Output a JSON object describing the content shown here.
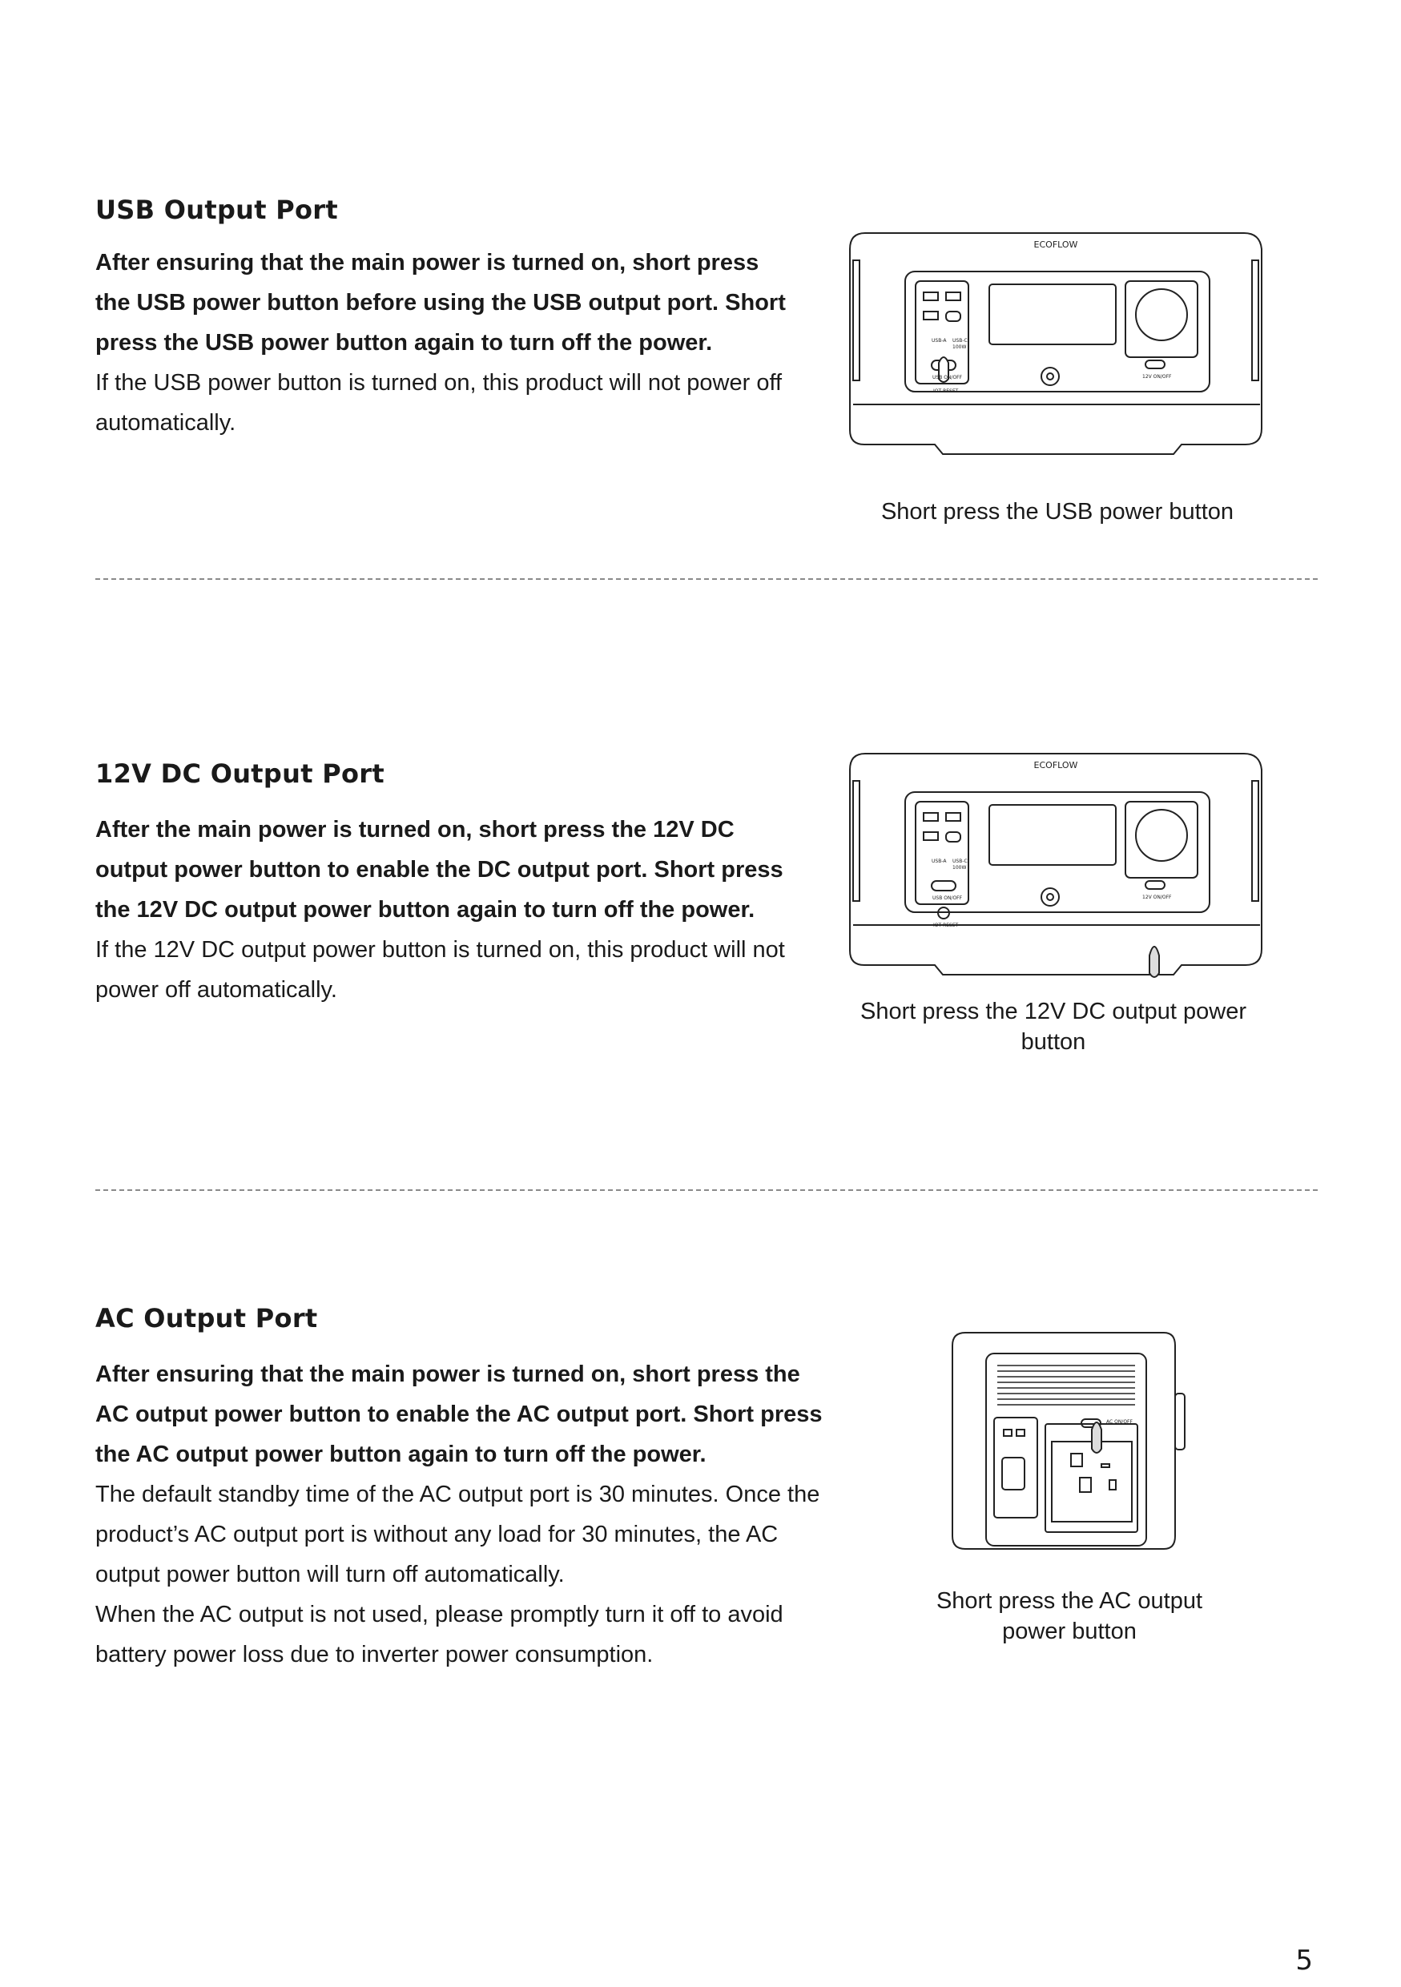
{
  "sections": [
    {
      "title": "USB Output Port",
      "bold_text": "After ensuring that the main power is turned on, short press the USB power button before using the USB output port. Short press the USB power button again to turn off the power.",
      "notes": [
        "If the USB power button is turned on, this product will not power off automatically."
      ],
      "caption": "Short press the USB power button"
    },
    {
      "title": "12V DC Output Port",
      "bold_text": "After the main power is turned on, short press the 12V DC output power button to enable the DC output port. Short press the 12V DC output power button again to turn off the power.",
      "notes": [
        "If the 12V DC output power button is turned on, this product will not power off automatically."
      ],
      "caption": "Short press the 12V DC output power button"
    },
    {
      "title": "AC Output Port",
      "bold_text": "After ensuring that the main power is turned on, short press the AC output power button to enable the AC output port. Short press the AC output power button again to turn off the power.",
      "notes": [
        "The default standby time of the AC output port is 30 minutes. Once the product’s AC output port is without any load for 30 minutes, the AC output power button will turn off automatically.",
        "When the AC output is not used, please promptly turn it off to avoid battery power loss due to inverter power consumption."
      ],
      "caption": "Short press the AC output power button"
    }
  ],
  "device_labels": {
    "brand": "ECOFLOW",
    "usb_a": "USB-A",
    "usb_c": "USB-C",
    "usb_c_power": "100W",
    "usb_switch": "USB ON/OFF",
    "dc_switch": "12V ON/OFF",
    "iot_reset": "IOT RESET",
    "ac_switch": "AC ON/OFF"
  },
  "page_number": "5"
}
